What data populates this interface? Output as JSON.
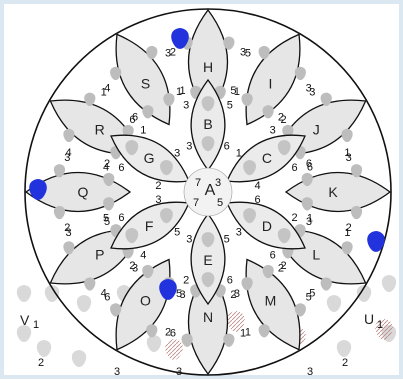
{
  "colors": {
    "frame": "#dbe8f2",
    "outline": "#111111",
    "fill_gray": "#d9d9d9",
    "blue": "#2233dd",
    "pink": "#d9b3b3"
  },
  "center_label": "A",
  "center_numbers": [
    "7",
    "3",
    "7",
    "5"
  ],
  "inner_petals": [
    {
      "label": "B",
      "numbers": [
        "3",
        "6",
        "3",
        "5"
      ]
    },
    {
      "label": "C",
      "numbers": [
        "1",
        "4",
        "3",
        "6"
      ]
    },
    {
      "label": "D",
      "numbers": [
        "6",
        "3",
        "2",
        "6"
      ]
    },
    {
      "label": "E",
      "numbers": [
        "5",
        "3",
        "6",
        "2"
      ]
    },
    {
      "label": "F",
      "numbers": [
        "5",
        "3",
        "4",
        "6"
      ]
    },
    {
      "label": "G",
      "numbers": [
        "2",
        "3",
        "6",
        "1"
      ]
    }
  ],
  "middle_petals": [
    {
      "label": "H",
      "numbers": [
        "1",
        "5",
        "2",
        "3"
      ]
    },
    {
      "label": "I",
      "numbers": [
        "1",
        "2",
        "5",
        "3"
      ]
    },
    {
      "label": "J",
      "numbers": [
        "2",
        "6",
        "3",
        "1"
      ]
    },
    {
      "label": "K",
      "numbers": [
        "6",
        "1",
        "3",
        "2"
      ]
    },
    {
      "label": "L",
      "numbers": [
        "3",
        "2",
        "1",
        "5"
      ]
    },
    {
      "label": "M",
      "numbers": [
        "2",
        "3",
        "5",
        "1"
      ]
    },
    {
      "label": "N",
      "numbers": [
        "2",
        "3",
        "1",
        "6"
      ]
    },
    {
      "label": "O",
      "numbers": [
        "5",
        "3",
        "2",
        "6"
      ]
    },
    {
      "label": "P",
      "numbers": [
        "2",
        "5",
        "4",
        "3"
      ]
    },
    {
      "label": "Q",
      "numbers": [
        "5",
        "4",
        "2",
        "3"
      ]
    },
    {
      "label": "R",
      "numbers": [
        "2",
        "6",
        "4",
        "1"
      ]
    },
    {
      "label": "S",
      "numbers": [
        "6",
        "1",
        "4",
        "3"
      ]
    }
  ],
  "corner_labels": {
    "left": "V",
    "left_sub": "1",
    "right": "U",
    "right_sub": "1"
  },
  "bottom_numbers": [
    "2",
    "3",
    "3",
    "3",
    "2"
  ]
}
